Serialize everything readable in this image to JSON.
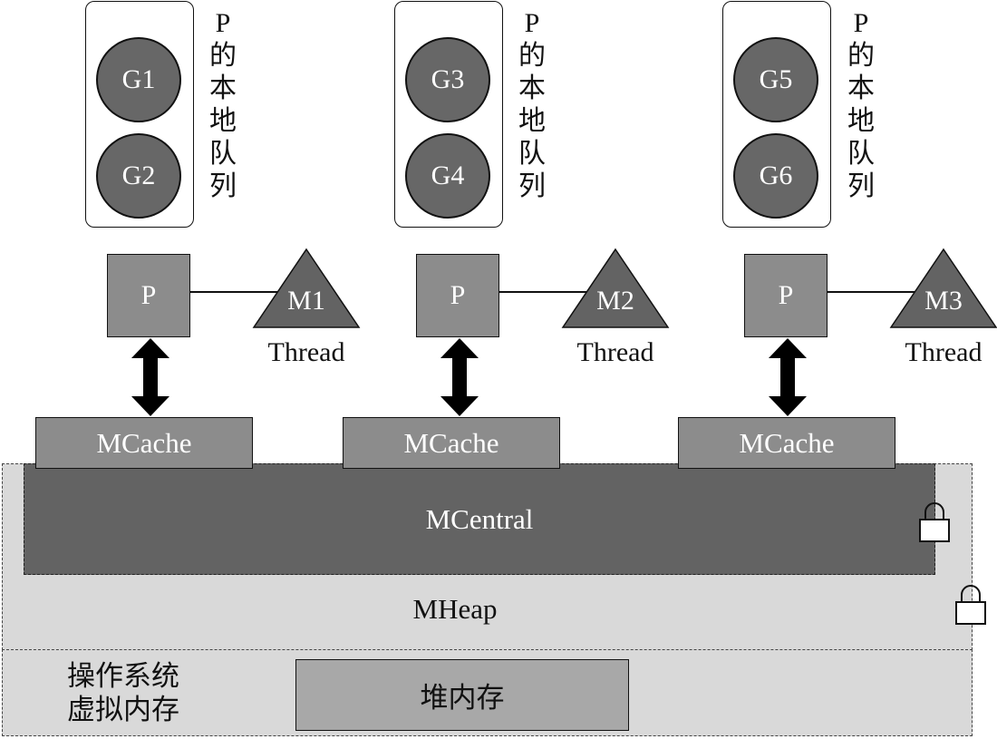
{
  "groups": [
    {
      "g_top": "G1",
      "g_bottom": "G2",
      "queue_label": [
        "P",
        "的",
        "本",
        "地",
        "队",
        "列"
      ],
      "p": "P",
      "m": "M1",
      "thread": "Thread",
      "mcache": "MCache"
    },
    {
      "g_top": "G3",
      "g_bottom": "G4",
      "queue_label": [
        "P",
        "的",
        "本",
        "地",
        "队",
        "列"
      ],
      "p": "P",
      "m": "M2",
      "thread": "Thread",
      "mcache": "MCache"
    },
    {
      "g_top": "G5",
      "g_bottom": "G6",
      "queue_label": [
        "P",
        "的",
        "本",
        "地",
        "队",
        "列"
      ],
      "p": "P",
      "m": "M3",
      "thread": "Thread",
      "mcache": "MCache"
    }
  ],
  "mcentral": "MCentral",
  "mheap": "MHeap",
  "os_vm": [
    "操作系统",
    "虚拟内存"
  ],
  "heap_memory": "堆内存",
  "icons": [
    "lock-icon",
    "double-arrow-icon"
  ],
  "colors": {
    "dark": "#636363",
    "medium": "#8c8c8c",
    "light": "#d9d9d9",
    "heap": "#a8a8a8"
  }
}
